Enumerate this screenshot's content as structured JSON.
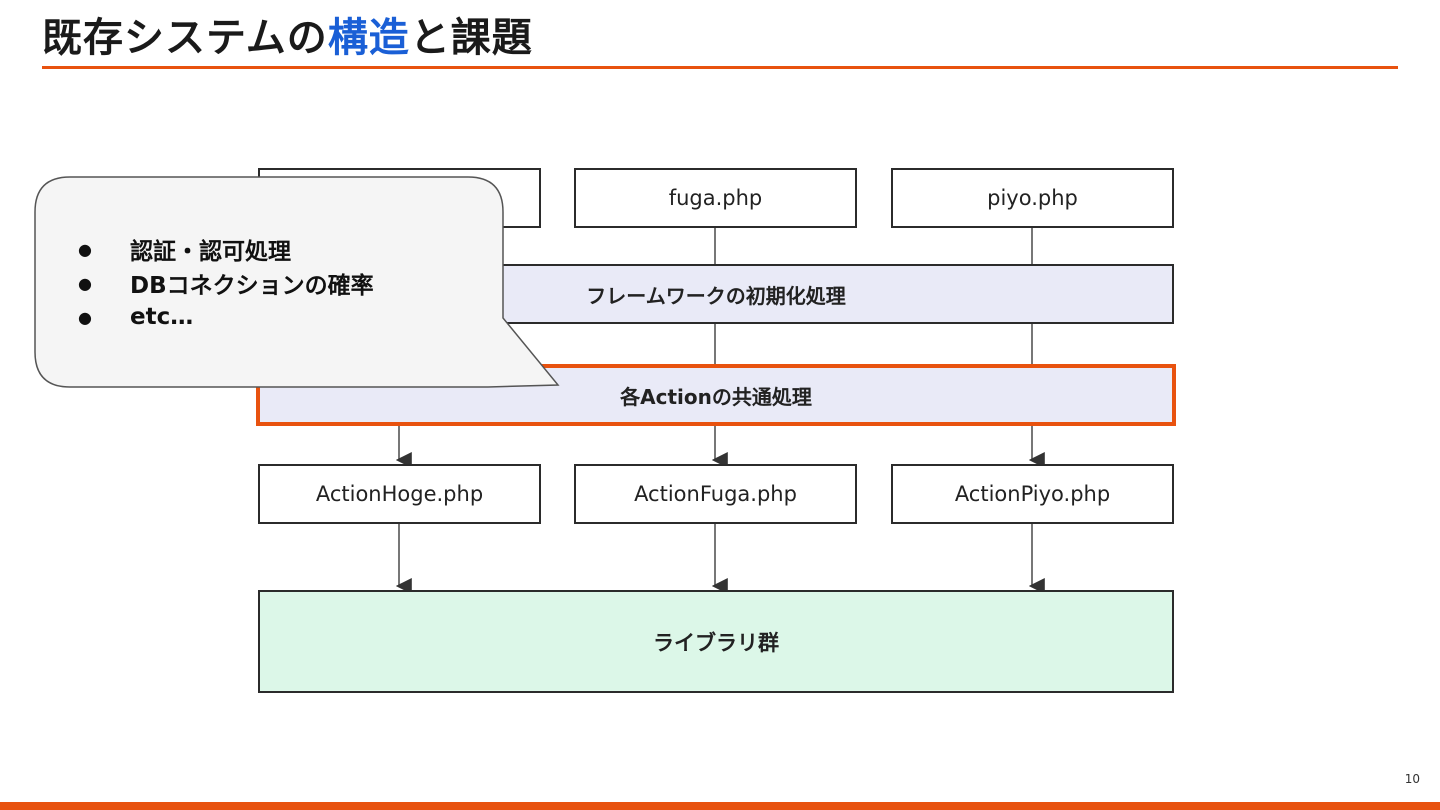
{
  "slide": {
    "title_parts": [
      "既存システムの",
      "構造",
      "と課題"
    ],
    "page_number": "10",
    "accent_color": "#e8520f",
    "highlight_color": "#1a5fd6"
  },
  "diagram": {
    "top_files": [
      "",
      "fuga.php",
      "piyo.php"
    ],
    "framework_init": "フレームワークの初期化処理",
    "action_common": "各Actionの共通処理",
    "action_files": [
      "ActionHoge.php",
      "ActionFuga.php",
      "ActionPiyo.php"
    ],
    "library": "ライブラリ群"
  },
  "callout": {
    "items": [
      "認証・認可処理",
      "DBコネクションの確率",
      "etc…"
    ]
  }
}
